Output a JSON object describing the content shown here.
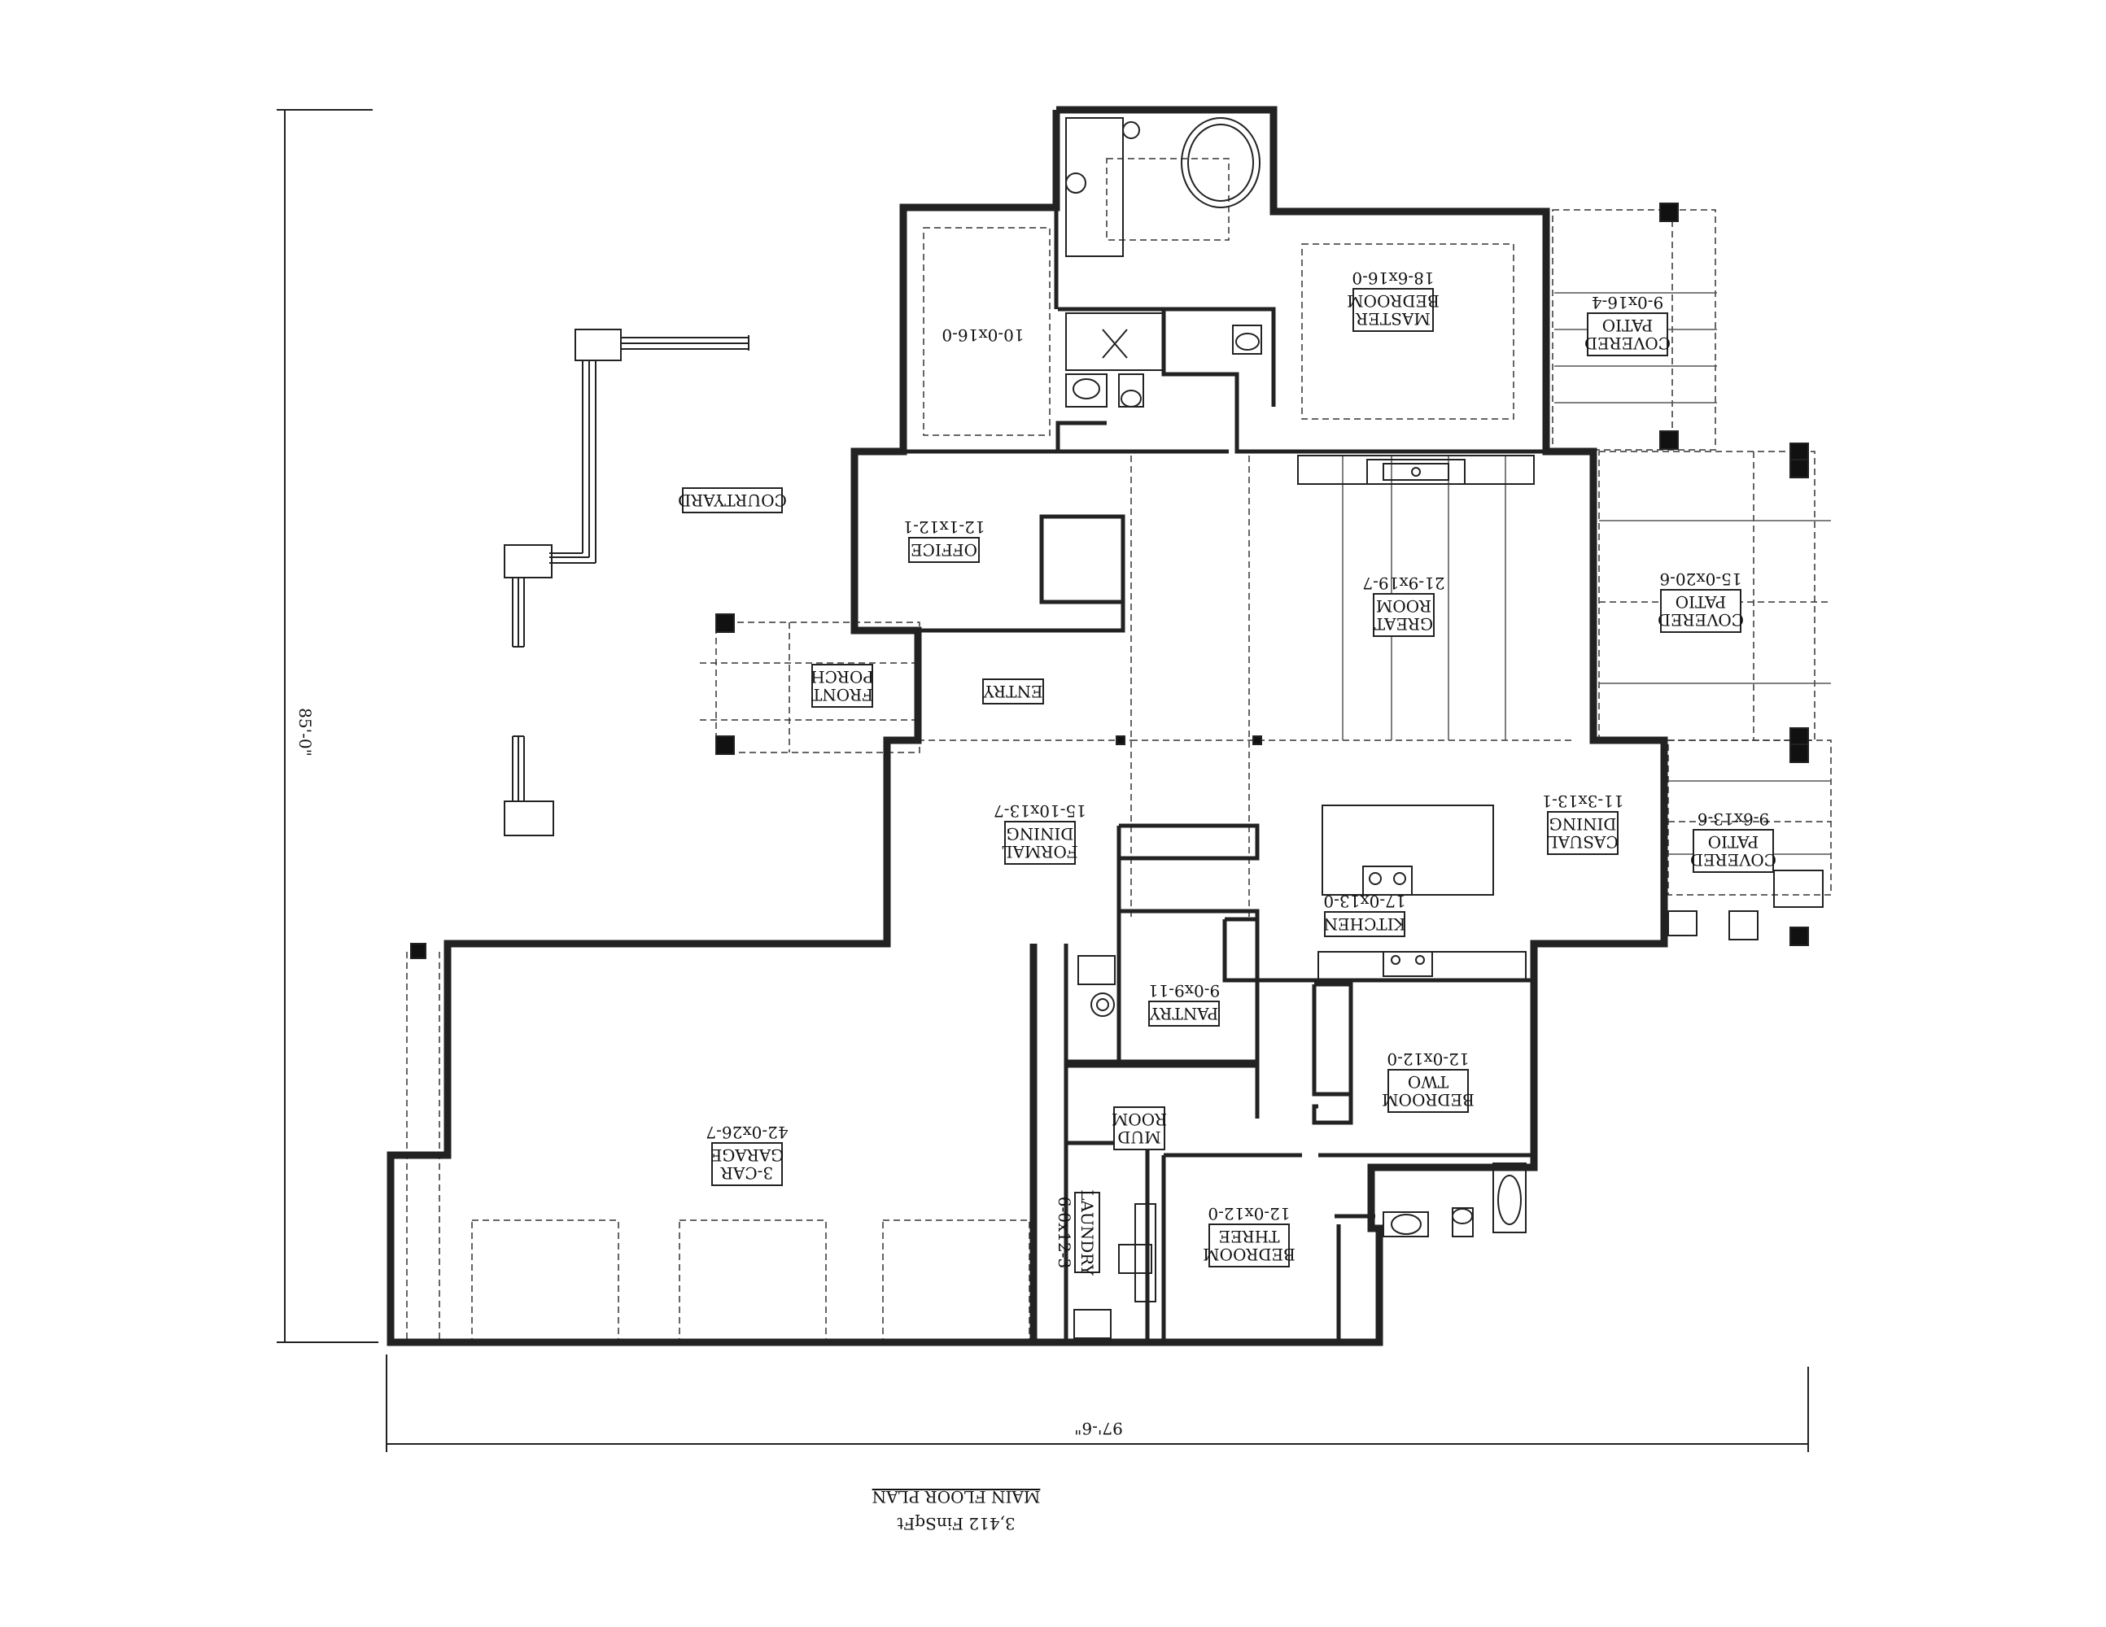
{
  "plan": {
    "title": "MAIN FLOOR PLAN",
    "subtitle": "3,412 FinSqFt",
    "width_dim": "97'-6\"",
    "depth_dim": "85'-0\""
  },
  "rooms": [
    {
      "key": "master",
      "lines": [
        "MASTER",
        "BEDROOM"
      ],
      "dims": "18-6x16-0",
      "boxed": true
    },
    {
      "key": "patio1",
      "lines": [
        "COVERED",
        "PATIO"
      ],
      "dims": "9-0x16-4",
      "boxed": true
    },
    {
      "key": "closet",
      "lines": [],
      "dims": "10-0x16-0",
      "boxed": false
    },
    {
      "key": "courtyard",
      "lines": [
        "COURTYARD"
      ],
      "dims": "",
      "boxed": true
    },
    {
      "key": "office",
      "lines": [
        "OFFICE"
      ],
      "dims": "12-1x12-1",
      "boxed": true
    },
    {
      "key": "great",
      "lines": [
        "GREAT",
        "ROOM"
      ],
      "dims": "21-9x19-7",
      "boxed": true
    },
    {
      "key": "patio2",
      "lines": [
        "COVERED",
        "PATIO"
      ],
      "dims": "15-0x20-6",
      "boxed": true
    },
    {
      "key": "porch",
      "lines": [
        "FRONT",
        "PORCH"
      ],
      "dims": "",
      "boxed": true
    },
    {
      "key": "entry",
      "lines": [
        "ENTRY"
      ],
      "dims": "",
      "boxed": true
    },
    {
      "key": "formal",
      "lines": [
        "FORMAL",
        "DINING"
      ],
      "dims": "15-10x13-7",
      "boxed": true
    },
    {
      "key": "casual",
      "lines": [
        "CASUAL",
        "DINING"
      ],
      "dims": "11-3x13-1",
      "boxed": true
    },
    {
      "key": "patio3",
      "lines": [
        "COVERED",
        "PATIO"
      ],
      "dims": "9-6x13-6",
      "boxed": true
    },
    {
      "key": "kitchen",
      "lines": [
        "KITCHEN"
      ],
      "dims": "17-0x13-0",
      "boxed": true
    },
    {
      "key": "pantry",
      "lines": [
        "PANTRY"
      ],
      "dims": "9-0x9-11",
      "boxed": true
    },
    {
      "key": "garage",
      "lines": [
        "3-CAR",
        "GARAGE"
      ],
      "dims": "42-0x26-7",
      "boxed": true
    },
    {
      "key": "bed2",
      "lines": [
        "BEDROOM",
        "TWO"
      ],
      "dims": "12-0x12-0",
      "boxed": true
    },
    {
      "key": "mud",
      "lines": [
        "MUD",
        "ROOM"
      ],
      "dims": "",
      "boxed": true
    },
    {
      "key": "bed3",
      "lines": [
        "BEDROOM",
        "THREE"
      ],
      "dims": "12-0x12-0",
      "boxed": true
    },
    {
      "key": "laundry",
      "lines": [
        "LAUNDRY"
      ],
      "dims": "6-0x12-3",
      "boxed": true
    }
  ]
}
